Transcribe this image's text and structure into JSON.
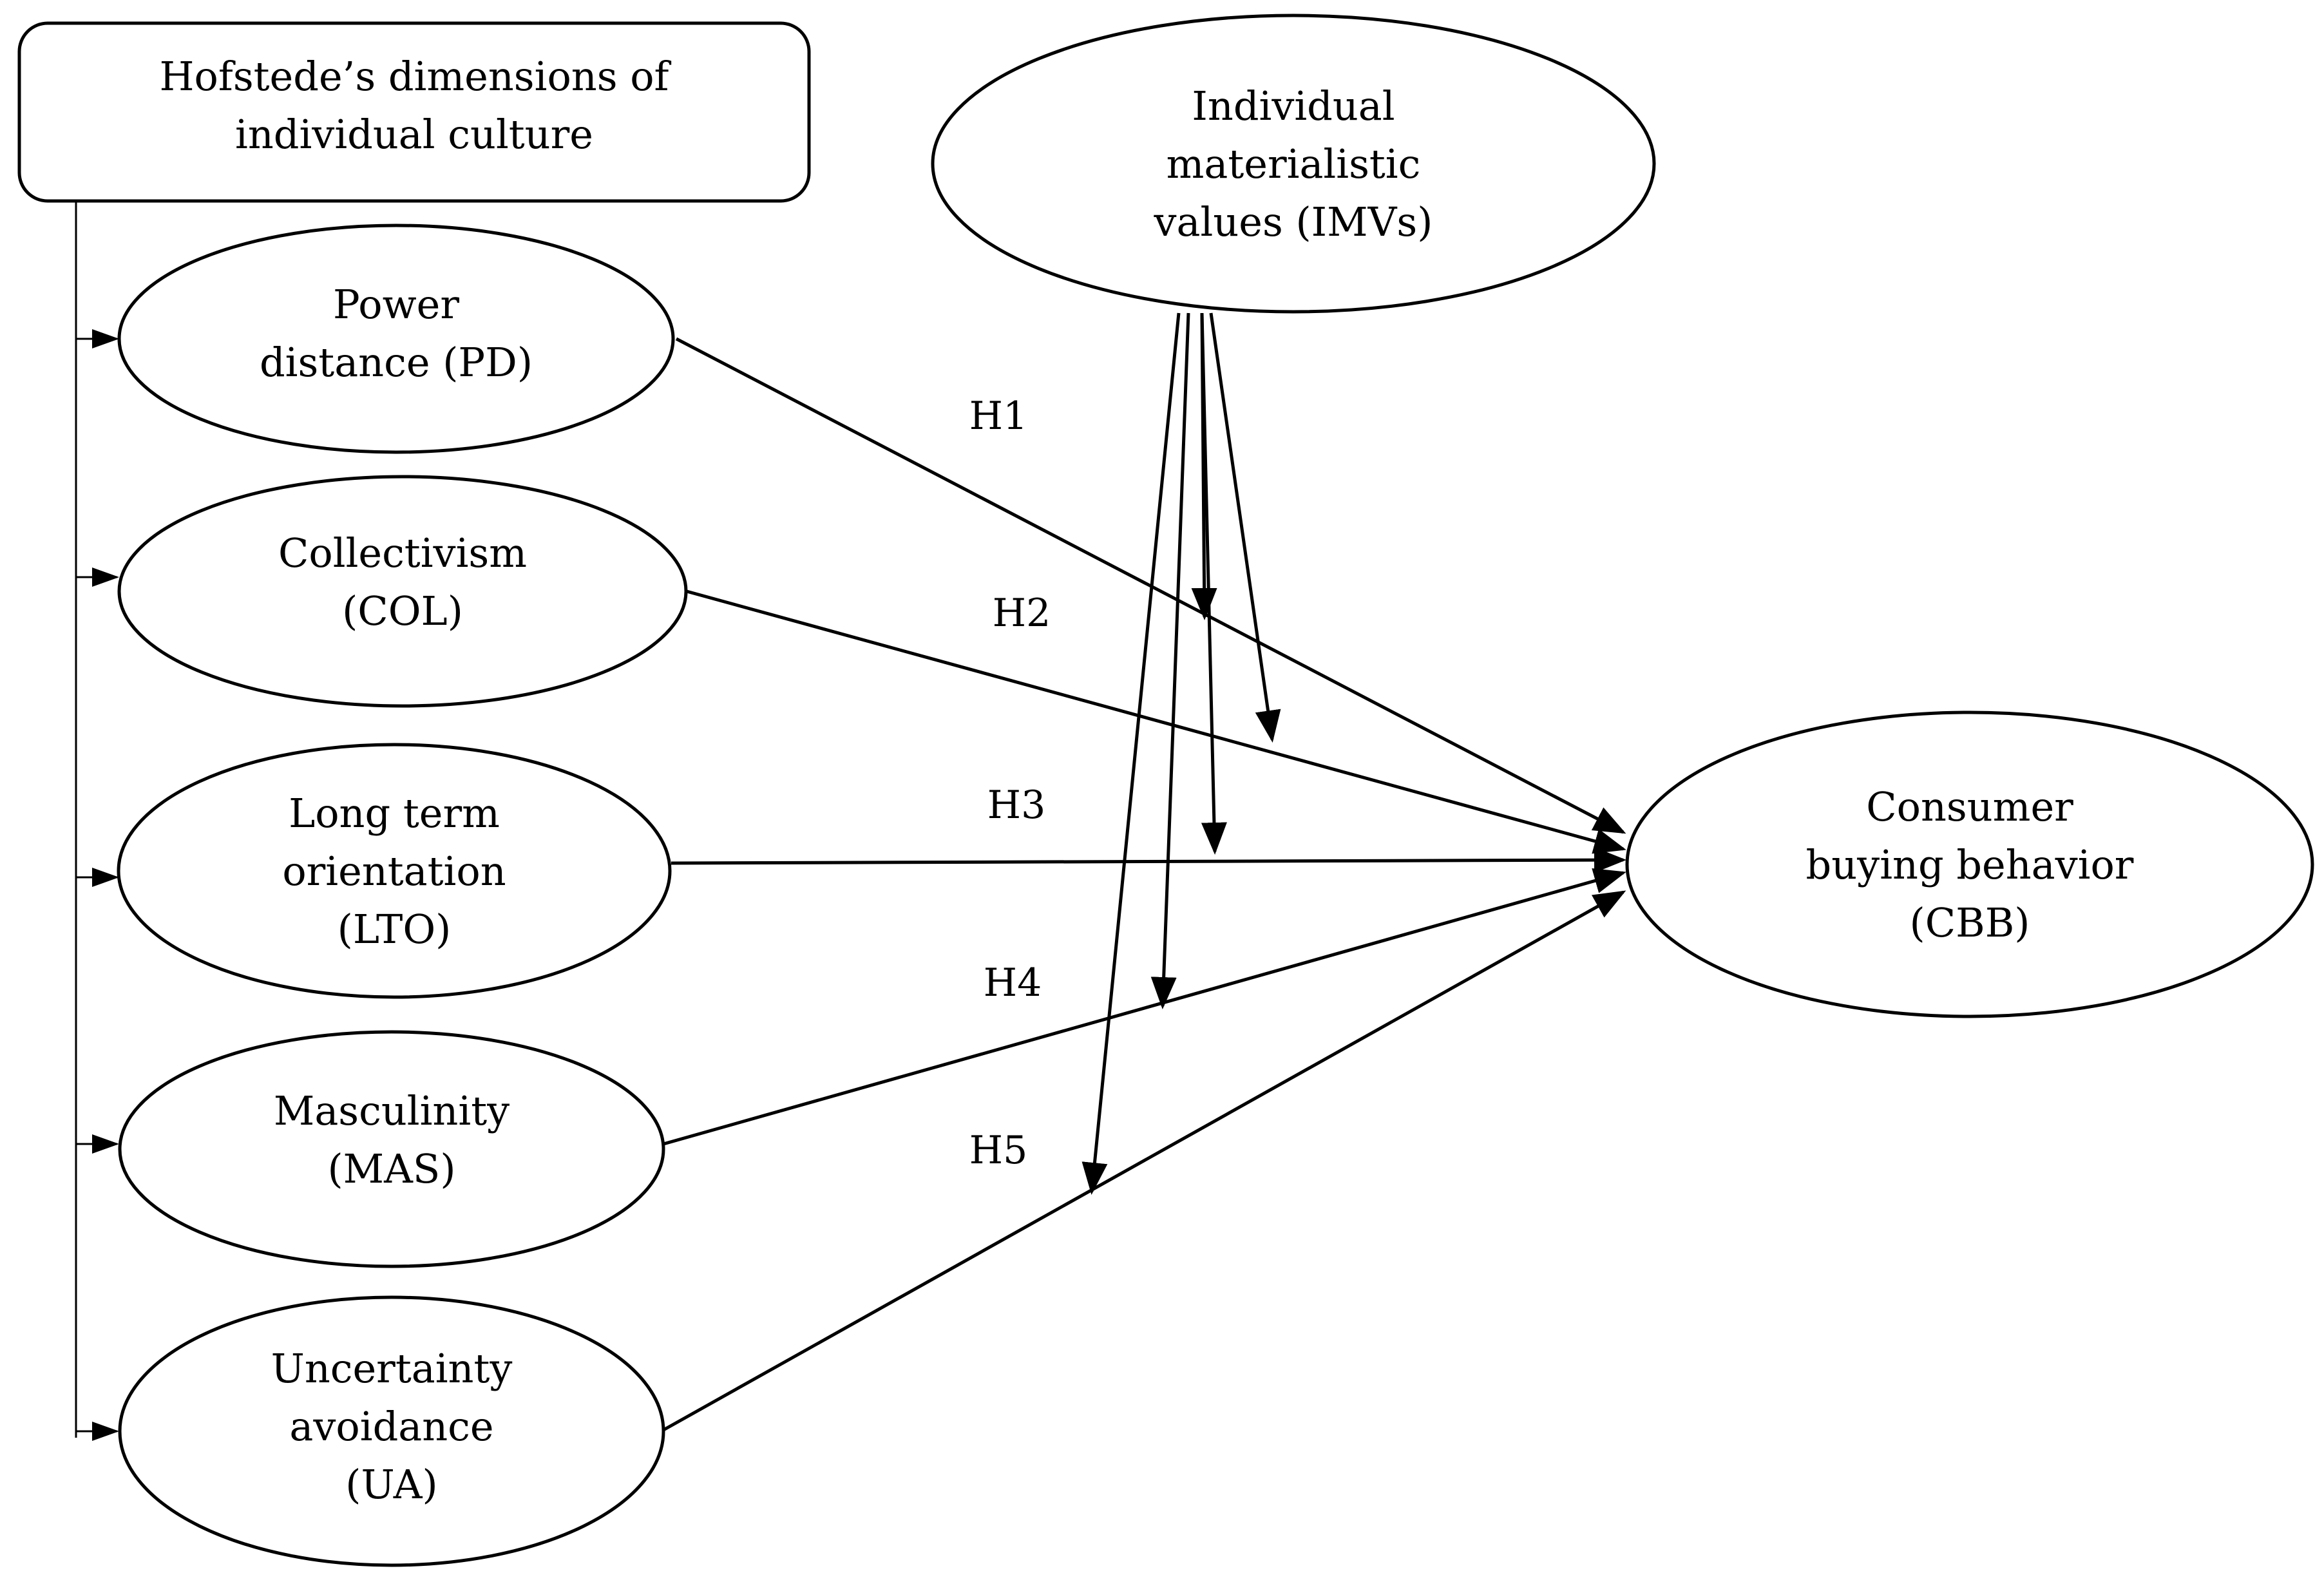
{
  "nodes": {
    "hofstede": {
      "lines": [
        "Hofstede’s dimensions of",
        "individual culture"
      ]
    },
    "imv": {
      "lines": [
        "Individual",
        "materialistic",
        "values (IMVs)"
      ]
    },
    "pd": {
      "lines": [
        "Power",
        "distance (PD)"
      ]
    },
    "col": {
      "lines": [
        "Collectivism",
        "(COL)"
      ]
    },
    "lto": {
      "lines": [
        "Long term",
        "orientation",
        "(LTO)"
      ]
    },
    "mas": {
      "lines": [
        "Masculinity",
        "(MAS)"
      ]
    },
    "ua": {
      "lines": [
        "Uncertainty",
        "avoidance",
        "(UA)"
      ]
    },
    "cbb": {
      "lines": [
        "Consumer",
        "buying behavior",
        "(CBB)"
      ]
    }
  },
  "hypotheses": {
    "h1": "H1",
    "h2": "H2",
    "h3": "H3",
    "h4": "H4",
    "h5": "H5"
  }
}
